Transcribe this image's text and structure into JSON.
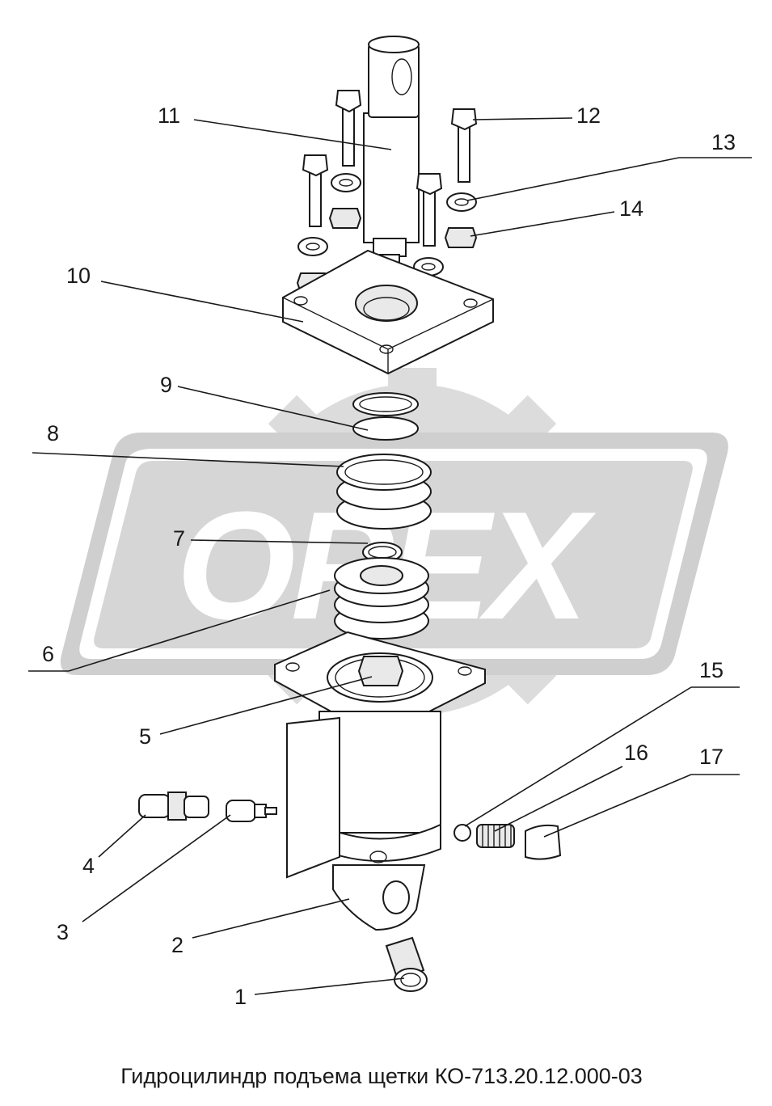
{
  "watermark": {
    "text": "OPEX",
    "color": "#d9d9d9"
  },
  "callouts": [
    {
      "id": "1",
      "label": "1"
    },
    {
      "id": "2",
      "label": "2"
    },
    {
      "id": "3",
      "label": "3"
    },
    {
      "id": "4",
      "label": "4"
    },
    {
      "id": "5",
      "label": "5"
    },
    {
      "id": "6",
      "label": "6"
    },
    {
      "id": "7",
      "label": "7"
    },
    {
      "id": "8",
      "label": "8"
    },
    {
      "id": "9",
      "label": "9"
    },
    {
      "id": "10",
      "label": "10"
    },
    {
      "id": "11",
      "label": "11"
    },
    {
      "id": "12",
      "label": "12"
    },
    {
      "id": "13",
      "label": "13"
    },
    {
      "id": "14",
      "label": "14"
    },
    {
      "id": "15",
      "label": "15"
    },
    {
      "id": "16",
      "label": "16"
    },
    {
      "id": "17",
      "label": "17"
    }
  ],
  "caption": "Гидроцилиндр подъема щетки КО-713.20.12.000-03"
}
